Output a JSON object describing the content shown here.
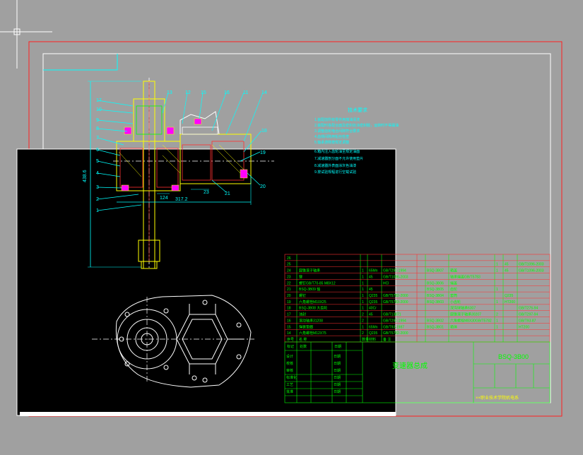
{
  "colors": {
    "background": "#a0a0a0",
    "sheet_border": "#ff2020",
    "paper": "#000000",
    "white_frame": "#ffffff",
    "cyan": "#00ffff",
    "yellow": "#ffff00",
    "green": "#00ff00",
    "red": "#ff3030",
    "magenta": "#ff00ff"
  },
  "icons": {
    "crosshair": "cad-crosshair-icon"
  },
  "drawing": {
    "dimensions": {
      "height": "438.6",
      "width": "317.2",
      "small": "124",
      "small2": "23"
    },
    "balloons": [
      "13",
      "12",
      "15",
      "16",
      "11",
      "14",
      "17",
      "18",
      "19",
      "20",
      "21",
      "1",
      "2",
      "3",
      "4",
      "5",
      "6",
      "7",
      "8",
      "9",
      "10"
    ],
    "notes_title": "技术要求",
    "notes": [
      "1.装配前所有零件用煤油清洗",
      "2.装配时各配合面及密封处涂密封胶，运转时不得漏油",
      "3.调整齿轮啮合间隙符合要求",
      "4.齿侧间隙用铅丝检查",
      "5.轴承游隙按规定调整",
      "6.箱内注入齿轮油至规定油面",
      "7.减速器剖分面不允许使用垫片",
      "8.减速器外表面涂灰色油漆",
      "9.按试验规程进行空载试验"
    ]
  },
  "bom_left": {
    "rows": [
      {
        "no": "26",
        "name": "",
        "qty": "",
        "mat": "",
        "std": ""
      },
      {
        "no": "25",
        "name": "",
        "qty": "",
        "mat": "",
        "std": ""
      },
      {
        "no": "24",
        "name": "圆锥滚子轴承",
        "qty": "1",
        "mat": "65Mn",
        "std": "GB/T297-1994"
      },
      {
        "no": "23",
        "name": "键",
        "qty": "1",
        "mat": "45",
        "std": "GB/T1096-2003"
      },
      {
        "no": "22",
        "name": "螺钉GB/T70-85 M8X12",
        "qty": "1",
        "mat": "",
        "std": "HCl"
      },
      {
        "no": "21",
        "name": "BSQ-3B09  轴",
        "qty": "1",
        "mat": "45",
        "std": ""
      },
      {
        "no": "20",
        "name": "螺钉",
        "qty": "1",
        "mat": "Q235",
        "std": "GB/T5782-2000"
      },
      {
        "no": "19",
        "name": "六角螺栓M10X25",
        "qty": "1",
        "mat": "Q235",
        "std": "GB/T5783-2000"
      },
      {
        "no": "18",
        "name": "BSQ-3B08  大齿轮",
        "qty": "1",
        "mat": "40Cr",
        "std": ""
      },
      {
        "no": "17",
        "name": "油封",
        "qty": "2",
        "mat": "45",
        "std": "GB/T13871"
      },
      {
        "no": "16",
        "name": "滚动轴承31208",
        "qty": "2",
        "mat": "",
        "std": "GB/T297-1994"
      },
      {
        "no": "15",
        "name": "弹簧垫圈",
        "qty": "1",
        "mat": "65Mn",
        "std": "GB/T93-1987"
      },
      {
        "no": "14",
        "name": "六角螺栓M12X75",
        "qty": "2",
        "mat": "Q235",
        "std": "GB/T5782-2000"
      },
      {
        "no": "序号",
        "name": "名  称",
        "qty": "数量",
        "mat": "材料",
        "std": "备  注"
      }
    ]
  },
  "bom_right": {
    "rows": [
      {
        "no": "",
        "code": "",
        "name": "",
        "qty": "",
        "mat": "",
        "std": ""
      },
      {
        "no": "",
        "code": "",
        "name": "",
        "qty": "1",
        "mat": "45",
        "std": "GB/T1096-2003"
      },
      {
        "no": "",
        "code": "BSQ-3B07",
        "name": "箱盖",
        "qty": "1",
        "mat": "45",
        "std": "GB/T1096-2003"
      },
      {
        "no": "",
        "code": "",
        "name": "轴承端盖GB/T5783",
        "qty": "",
        "mat": "",
        "std": ""
      },
      {
        "no": "",
        "code": "BSQ-3B06",
        "name": "端盖",
        "qty": "",
        "mat": "",
        "std": ""
      },
      {
        "no": "",
        "code": "BSQ-3B05",
        "name": "齿轮",
        "qty": "1",
        "mat": "",
        "std": ""
      },
      {
        "no": "",
        "code": "BSQ-3B04",
        "name": "套筒",
        "qty": "",
        "mat": "Q235",
        "std": ""
      },
      {
        "no": "",
        "code": "BSQ-3B03",
        "name": "小齿轮",
        "qty": "1",
        "mat": "HT200",
        "std": ""
      },
      {
        "no": "",
        "code": "",
        "name": "深沟球轴承6307",
        "qty": "",
        "mat": "",
        "std": "GB/T276-94"
      },
      {
        "no": "",
        "code": "",
        "name": "圆锥滚子轴承30207",
        "qty": "2",
        "mat": "",
        "std": "GB/T297-94"
      },
      {
        "no": "",
        "code": "BSQ-3B02",
        "name": "六角螺栓M8X30GB/T5782",
        "qty": "1",
        "mat": "",
        "std": "GB/T93-87"
      },
      {
        "no": "",
        "code": "BSQ-3B01",
        "name": "箱体",
        "qty": "1",
        "mat": "",
        "std": "HT200"
      }
    ]
  },
  "title_block": {
    "drawing_no": "BSQ-3B00",
    "title": "变速器总成",
    "school": "××职业技术学院机电系",
    "rows_left": [
      {
        "a": "设计",
        "b": "",
        "c": "日期"
      },
      {
        "a": "校核",
        "b": "",
        "c": "日期"
      },
      {
        "a": "审核",
        "b": "",
        "c": "日期"
      },
      {
        "a": "标准化",
        "b": "",
        "c": "日期"
      },
      {
        "a": "工艺",
        "b": "",
        "c": "日期"
      },
      {
        "a": "批准",
        "b": "",
        "c": "日期"
      }
    ],
    "labels": {
      "design_mark": "标记",
      "count": "处数",
      "date": "日期"
    }
  }
}
